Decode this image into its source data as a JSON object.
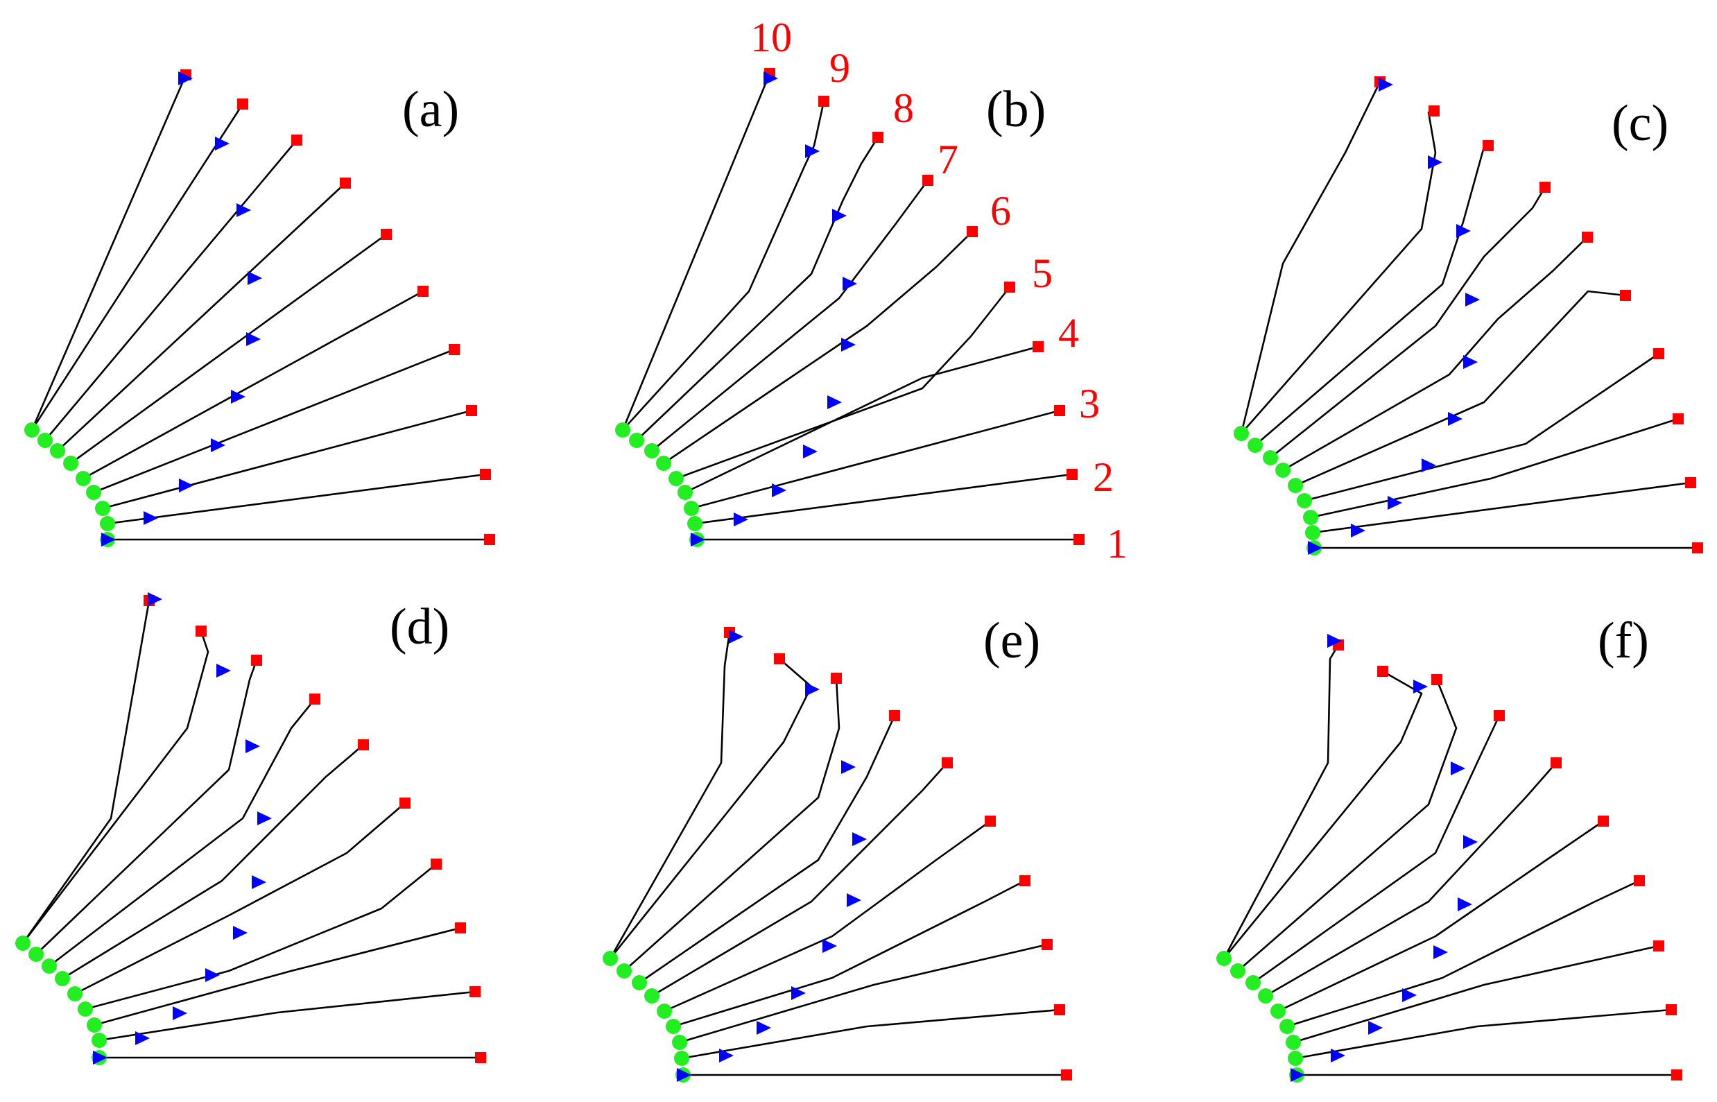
{
  "colors": {
    "start_marker": "#22ee22",
    "goal_marker": "#ff0000",
    "agent_marker": "#0000ff",
    "trajectory": "#000000",
    "path_number": "#ff0000",
    "panel_label": "#000000"
  },
  "marker_shapes": {
    "start": "circle",
    "goal": "square",
    "agent": "right-pointing-triangle"
  },
  "path_count": 10,
  "panels": [
    {
      "id": "a",
      "label": "(a)"
    },
    {
      "id": "b",
      "label": "(b)",
      "path_numbers": [
        "1",
        "2",
        "3",
        "4",
        "5",
        "6",
        "7",
        "8",
        "9",
        "10"
      ]
    },
    {
      "id": "c",
      "label": "(c)"
    },
    {
      "id": "d",
      "label": "(d)"
    },
    {
      "id": "e",
      "label": "(e)"
    },
    {
      "id": "f",
      "label": "(f)"
    }
  ]
}
